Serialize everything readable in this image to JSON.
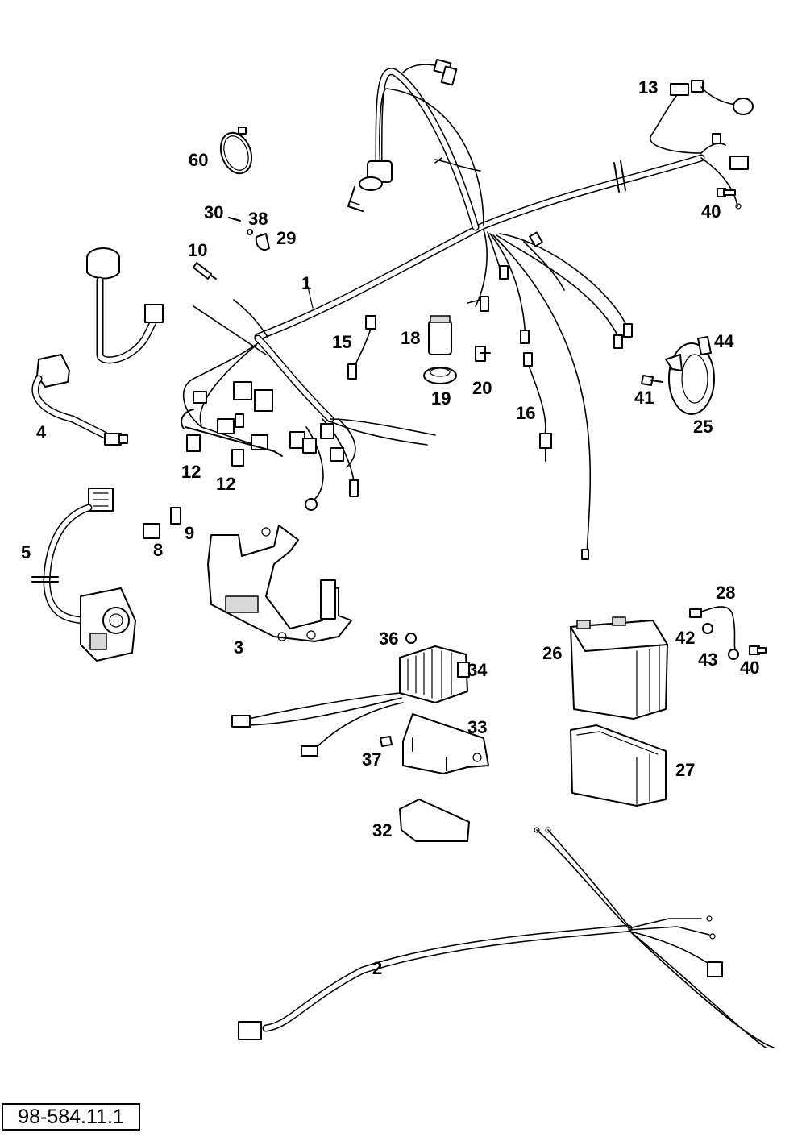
{
  "diagram": {
    "reference_code": "98-584.11.1",
    "part_numbers": {
      "p1": "1",
      "p2": "2",
      "p3": "3",
      "p4": "4",
      "p5": "5",
      "p8": "8",
      "p9": "9",
      "p10": "10",
      "p12a": "12",
      "p12b": "12",
      "p13": "13",
      "p15": "15",
      "p16": "16",
      "p18": "18",
      "p19": "19",
      "p20": "20",
      "p25": "25",
      "p26": "26",
      "p27": "27",
      "p28": "28",
      "p29": "29",
      "p30": "30",
      "p32": "32",
      "p33": "33",
      "p34": "34",
      "p36": "36",
      "p37": "37",
      "p38": "38",
      "p40a": "40",
      "p40b": "40",
      "p41": "41",
      "p42": "42",
      "p43": "43",
      "p44": "44",
      "p60": "60"
    }
  }
}
